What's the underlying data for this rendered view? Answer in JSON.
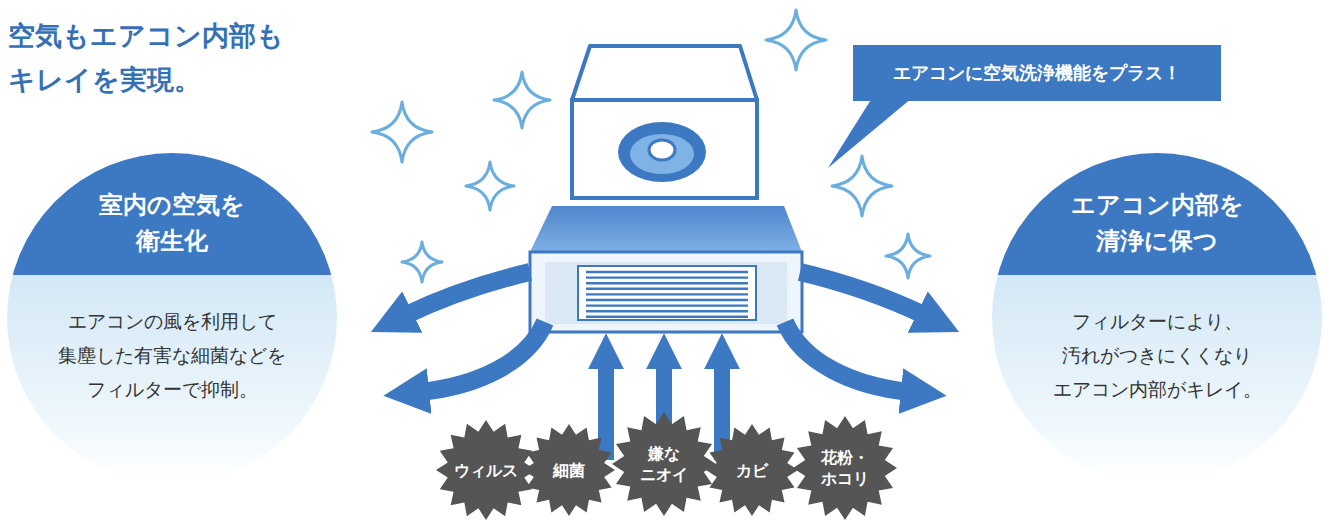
{
  "diagram": {
    "title": "空気もエアコン内部も キレイを実現。",
    "nodes": [
      {
        "text": [
          "室内の空気を 衛生化",
          "エアコンの風を利用して 集塵した有害な細菌などを フィルターで抑制。"
        ]
      },
      {
        "text": [
          "エアコンに空気洗浄機能をプラス！"
        ]
      },
      {
        "text": [
          "エアコン内部を 清浄に保つ",
          "フィルターにより、 汚れがつきにくくなり エアコン内部がキレイ。"
        ]
      },
      {
        "text": [
          "ウィルス"
        ]
      },
      {
        "text": [
          "細菌"
        ]
      },
      {
        "text": [
          "嫌な ニオイ"
        ]
      },
      {
        "text": [
          "カビ"
        ]
      },
      {
        "text": [
          "花粉・ ホコリ"
        ]
      }
    ]
  }
}
